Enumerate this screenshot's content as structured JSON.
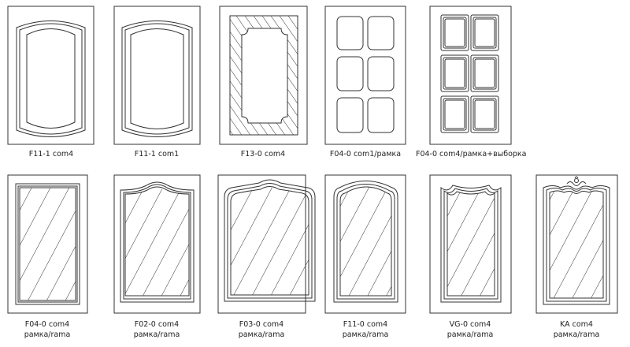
{
  "doors": [
    {
      "id": "f11-1-com4",
      "lines": [
        "F11-1 com4"
      ]
    },
    {
      "id": "f11-1-com1",
      "lines": [
        "F11-1 com1"
      ]
    },
    {
      "id": "f13-0-com4",
      "lines": [
        "F13-0 com4"
      ]
    },
    {
      "id": "f04-0-com1-ramka",
      "lines": [
        "F04-0 com1/рамка"
      ]
    },
    {
      "id": "f04-0-com4-ramka-vyborka",
      "lines": [
        "F04-0 com4/рамка+выборка"
      ]
    },
    {
      "id": "f04-0-com4-ramka-rama",
      "lines": [
        "F04-0 com4",
        "рамка/rama"
      ]
    },
    {
      "id": "f02-0-com4",
      "lines": [
        "F02-0 com4",
        "рамка/rama"
      ]
    },
    {
      "id": "f03-0-com4",
      "lines": [
        "F03-0 com4",
        "рамка/rama"
      ]
    },
    {
      "id": "f11-0-com4",
      "lines": [
        "F11-0 com4",
        "рамка/rama"
      ]
    },
    {
      "id": "vg-0-com4",
      "lines": [
        "VG-0 com4",
        "рамка/rama"
      ]
    },
    {
      "id": "ka-com4",
      "lines": [
        "KA com4",
        "рамка/rama"
      ]
    }
  ]
}
